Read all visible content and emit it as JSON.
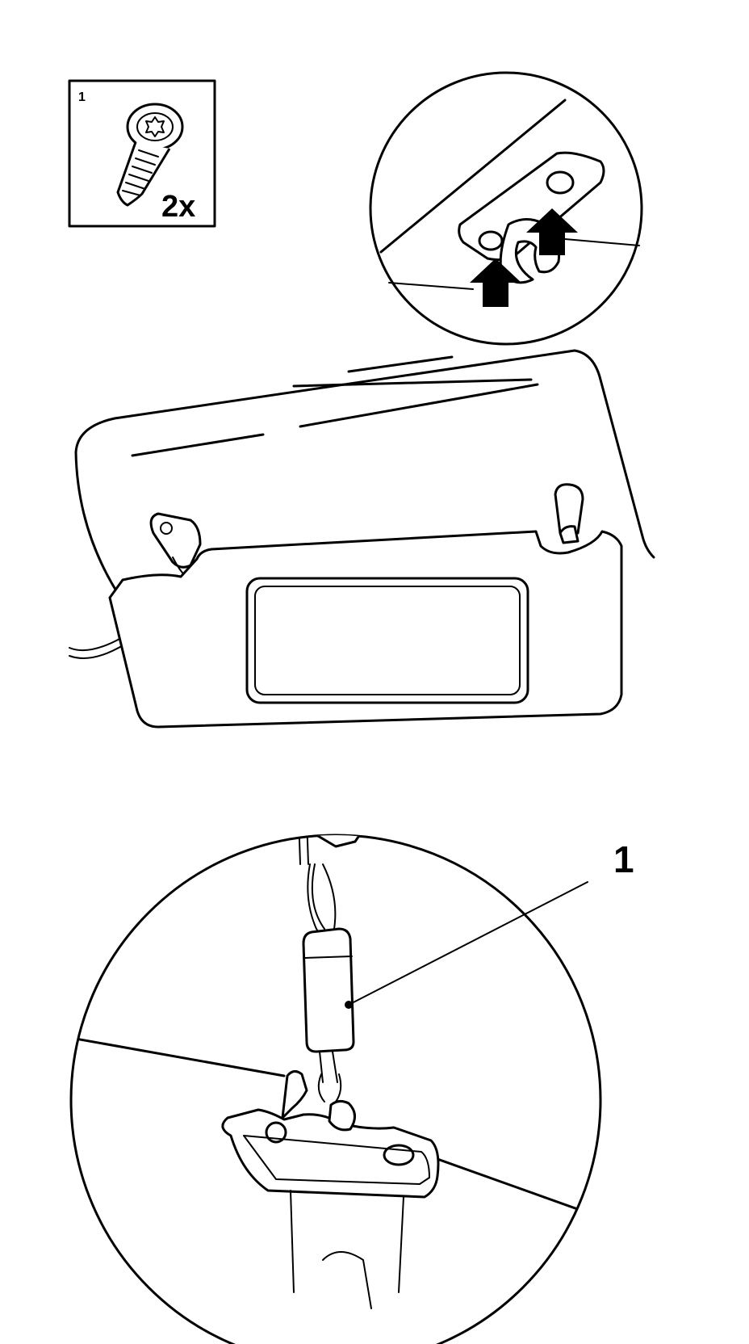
{
  "legend": {
    "item_number": "1",
    "quantity": "2x",
    "icon": "torx-screw-icon"
  },
  "callouts": [
    {
      "number": "1",
      "target": "connector"
    }
  ],
  "arrows": [
    {
      "icon": "arrow-up-icon"
    },
    {
      "icon": "arrow-up-icon"
    }
  ],
  "colors": {
    "line": "#000000",
    "background": "#ffffff"
  }
}
